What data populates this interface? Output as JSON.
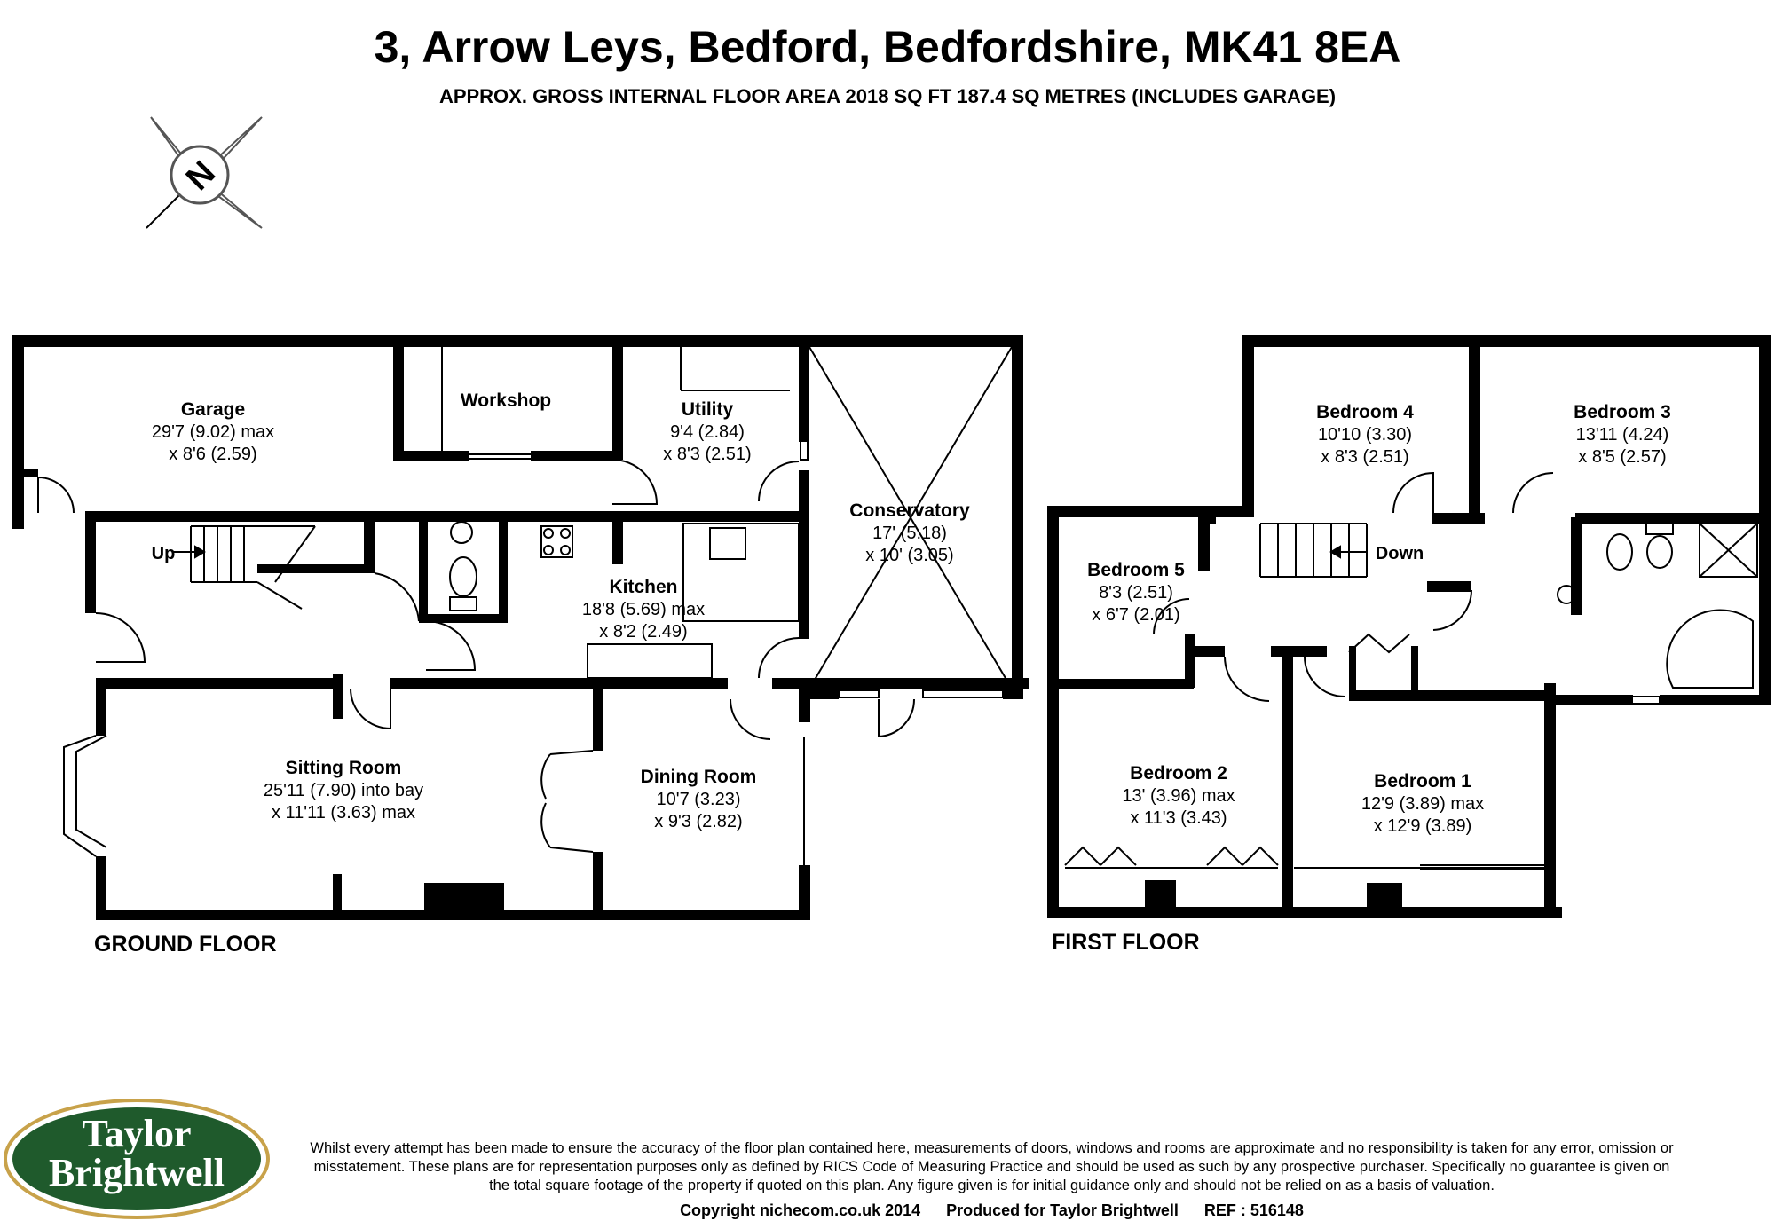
{
  "header": {
    "address": "3, Arrow Leys, Bedford, Bedfordshire, MK41 8EA",
    "area": "APPROX. GROSS INTERNAL FLOOR AREA 2018 SQ FT 187.4 SQ METRES (INCLUDES GARAGE)"
  },
  "compass": {
    "label": "N"
  },
  "ground_floor": {
    "label": "GROUND FLOOR",
    "stairs_label": "Up",
    "rooms": {
      "garage": {
        "name": "Garage",
        "dim1": "29'7 (9.02) max",
        "dim2": "x 8'6 (2.59)"
      },
      "workshop": {
        "name": "Workshop"
      },
      "utility": {
        "name": "Utility",
        "dim1": "9'4 (2.84)",
        "dim2": "x 8'3 (2.51)"
      },
      "conservatory": {
        "name": "Conservatory",
        "dim1": "17' (5.18)",
        "dim2": "x 10' (3.05)"
      },
      "kitchen": {
        "name": "Kitchen",
        "dim1": "18'8 (5.69) max",
        "dim2": "x 8'2 (2.49)"
      },
      "sitting_room": {
        "name": "Sitting Room",
        "dim1": "25'11 (7.90) into bay",
        "dim2": "x 11'11 (3.63) max"
      },
      "dining_room": {
        "name": "Dining Room",
        "dim1": "10'7 (3.23)",
        "dim2": "x 9'3 (2.82)"
      }
    }
  },
  "first_floor": {
    "label": "FIRST FLOOR",
    "stairs_label": "Down",
    "rooms": {
      "bedroom4": {
        "name": "Bedroom 4",
        "dim1": "10'10 (3.30)",
        "dim2": "x 8'3 (2.51)"
      },
      "bedroom3": {
        "name": "Bedroom 3",
        "dim1": "13'11 (4.24)",
        "dim2": "x 8'5 (2.57)"
      },
      "bedroom5": {
        "name": "Bedroom 5",
        "dim1": "8'3 (2.51)",
        "dim2": "x 6'7 (2.01)"
      },
      "bedroom2": {
        "name": "Bedroom 2",
        "dim1": "13' (3.96) max",
        "dim2": "x 11'3 (3.43)"
      },
      "bedroom1": {
        "name": "Bedroom 1",
        "dim1": "12'9 (3.89) max",
        "dim2": "x 12'9 (3.89)"
      }
    }
  },
  "logo": {
    "line1": "Taylor",
    "line2": "Brightwell",
    "color": "#1f5a2c",
    "ring_color": "#c8a24a"
  },
  "footer": {
    "disclaimer": "Whilst every attempt has been made to ensure the accuracy of the floor plan contained here, measurements of doors, windows and rooms are approximate and no responsibility is taken for any error, omission or misstatement. These plans are for representation purposes only as defined by RICS Code of Measuring Practice and should be used as such by any prospective purchaser. Specifically no guarantee is given on the total square footage of the property if quoted on this plan. Any figure given is for initial guidance only and should not be relied on as a basis of valuation.",
    "copyright": "Copyright nichecom.co.uk 2014",
    "produced_for": "Produced for Taylor Brightwell",
    "ref": "REF : 516148"
  }
}
